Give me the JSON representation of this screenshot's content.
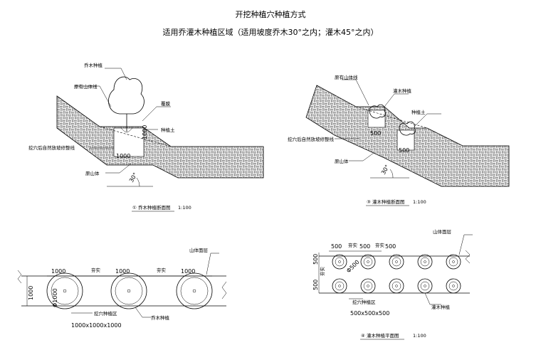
{
  "title": "开挖种植穴种植方式",
  "subtitle": "适用乔灌木种植区域（适用坡度乔木30°之内；灌木45°之内）",
  "section_tree": {
    "label_tree": "乔木种植",
    "label_slope_line": "原有山体线",
    "label_mulch": "覆膜",
    "label_soil": "种植土",
    "label_trim": "挖穴后自然放坡修整线",
    "label_mountain": "原山体",
    "angle": "30°",
    "dim_h": "1000",
    "dim_v": "1000",
    "caption_num": "①",
    "caption": "乔木种植断面图",
    "scale": "1:100"
  },
  "section_shrub": {
    "label_slope_line": "原有山体线",
    "label_shrub": "灌木种植",
    "label_soil": "种植土",
    "label_trim": "挖穴后自然放坡修整线",
    "label_mountain": "原山体",
    "angle": "30°",
    "dim_a": "500",
    "dim_b": "500",
    "caption_num": "③",
    "caption": "灌木种植断面图",
    "scale": "1:100"
  },
  "plan_tree": {
    "label_surface": "山体面层",
    "dims_top": [
      "1000",
      "夯实",
      "1000",
      "夯实",
      "1000"
    ],
    "dim_side": "1000",
    "dim_diam": "Φ1000",
    "label_zone": "挖穴种植区",
    "label_size": "1000x1000x1000",
    "label_tree": "乔木种植"
  },
  "plan_shrub": {
    "label_surface": "山体面层",
    "dims_top": [
      "500",
      "夯实",
      "500",
      "夯实",
      "500"
    ],
    "dim_side_top": "500",
    "dim_side_mid": "夯实",
    "dim_side_bottom": "500",
    "dim_diam": "Φ500",
    "label_zone": "挖穴种植区",
    "label_size": "500x500x500",
    "label_shrub": "灌木种植",
    "caption_num": "④",
    "caption": "灌木种植平面图",
    "scale": "1:100"
  }
}
